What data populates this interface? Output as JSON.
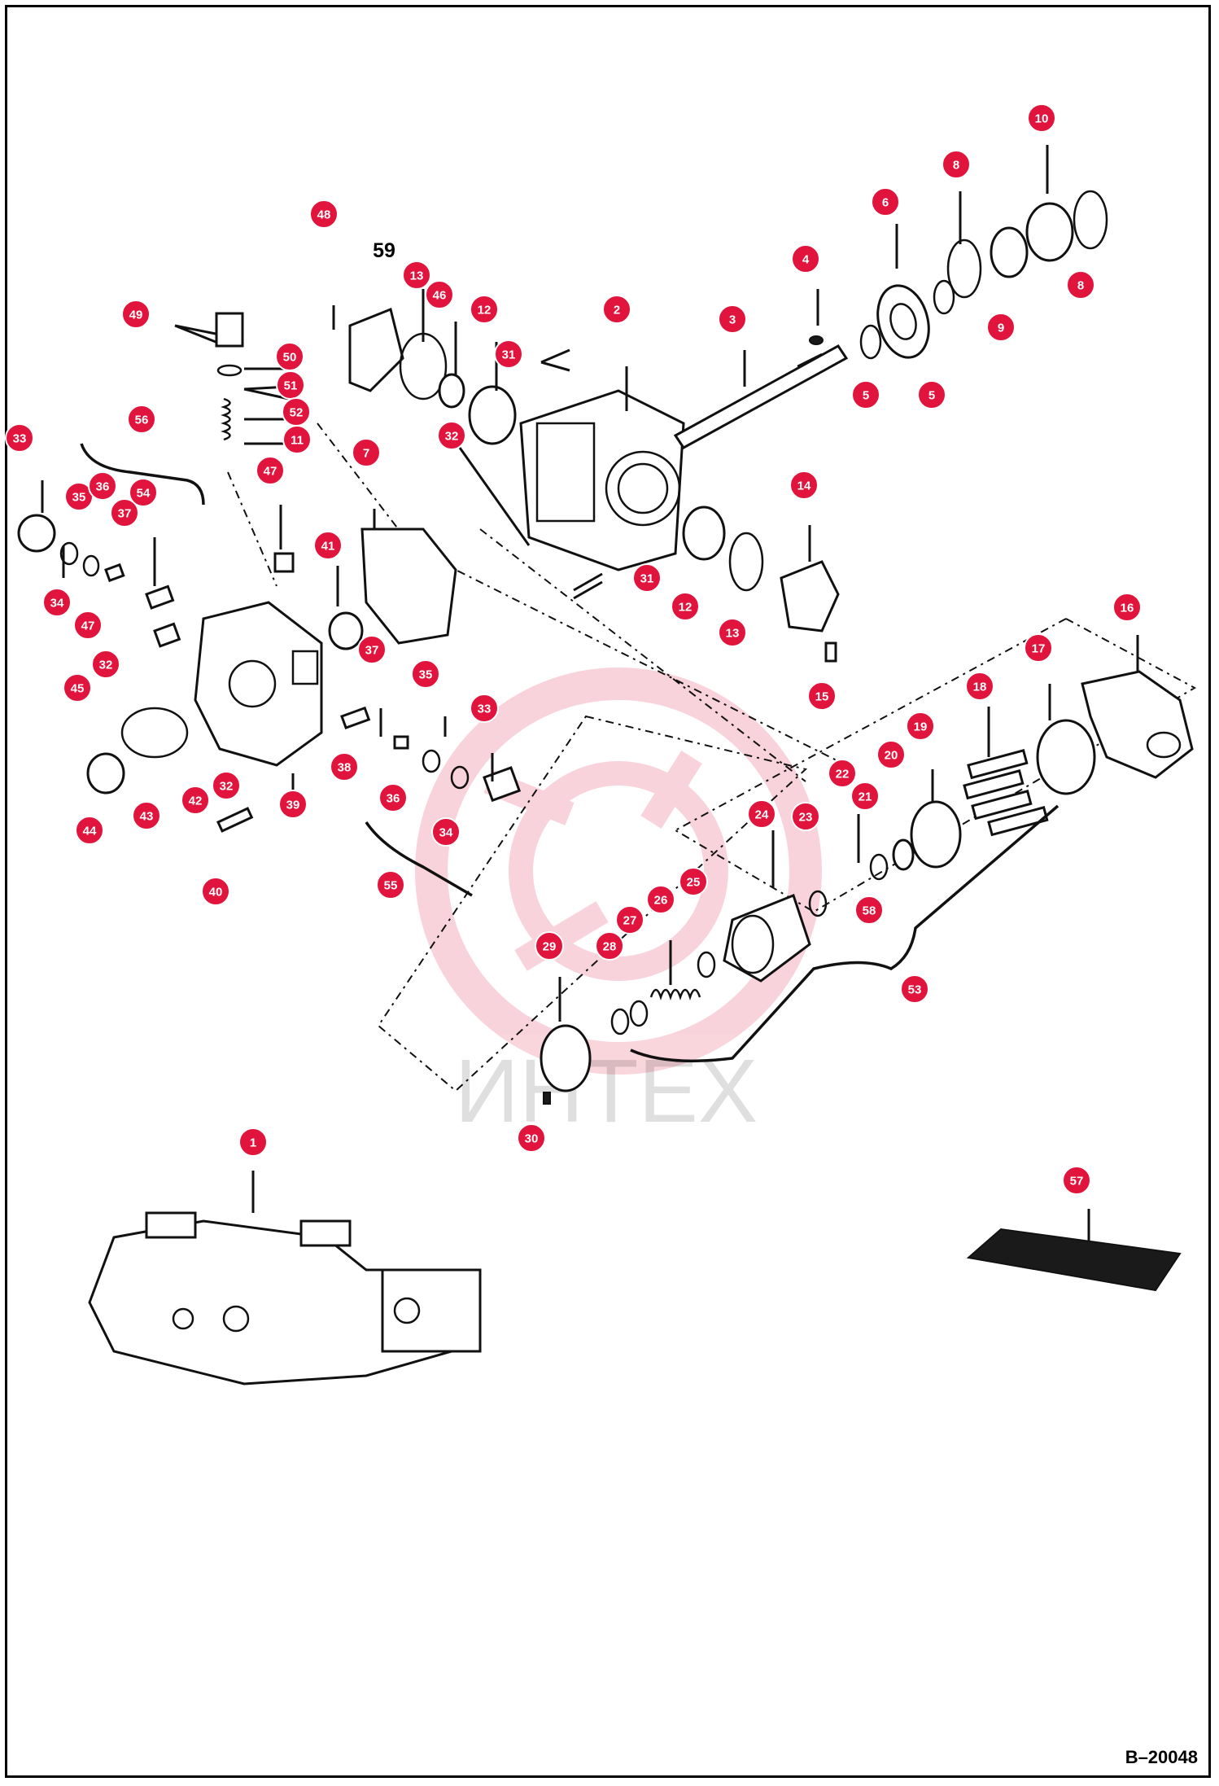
{
  "figure_id": "B–20048",
  "watermark_text": "ИНТЕХ",
  "callout_color": "#e0143c",
  "callouts": [
    {
      "num": "1"
    },
    {
      "num": "2"
    },
    {
      "num": "3"
    },
    {
      "num": "4"
    },
    {
      "num": "5"
    },
    {
      "num": "5"
    },
    {
      "num": "6"
    },
    {
      "num": "7"
    },
    {
      "num": "8"
    },
    {
      "num": "8"
    },
    {
      "num": "9"
    },
    {
      "num": "10"
    },
    {
      "num": "11"
    },
    {
      "num": "12"
    },
    {
      "num": "12"
    },
    {
      "num": "13"
    },
    {
      "num": "13"
    },
    {
      "num": "14"
    },
    {
      "num": "15"
    },
    {
      "num": "16"
    },
    {
      "num": "17"
    },
    {
      "num": "18"
    },
    {
      "num": "19"
    },
    {
      "num": "20"
    },
    {
      "num": "21"
    },
    {
      "num": "22"
    },
    {
      "num": "23"
    },
    {
      "num": "24"
    },
    {
      "num": "25"
    },
    {
      "num": "26"
    },
    {
      "num": "27"
    },
    {
      "num": "28"
    },
    {
      "num": "29"
    },
    {
      "num": "30"
    },
    {
      "num": "31"
    },
    {
      "num": "31"
    },
    {
      "num": "32"
    },
    {
      "num": "32"
    },
    {
      "num": "32"
    },
    {
      "num": "33"
    },
    {
      "num": "33"
    },
    {
      "num": "34"
    },
    {
      "num": "34"
    },
    {
      "num": "35"
    },
    {
      "num": "35"
    },
    {
      "num": "36"
    },
    {
      "num": "36"
    },
    {
      "num": "37"
    },
    {
      "num": "37"
    },
    {
      "num": "38"
    },
    {
      "num": "39"
    },
    {
      "num": "40"
    },
    {
      "num": "41"
    },
    {
      "num": "42"
    },
    {
      "num": "43"
    },
    {
      "num": "44"
    },
    {
      "num": "45"
    },
    {
      "num": "46"
    },
    {
      "num": "47"
    },
    {
      "num": "47"
    },
    {
      "num": "48"
    },
    {
      "num": "49"
    },
    {
      "num": "50"
    },
    {
      "num": "51"
    },
    {
      "num": "52"
    },
    {
      "num": "53"
    },
    {
      "num": "54"
    },
    {
      "num": "55"
    },
    {
      "num": "56"
    },
    {
      "num": "57"
    },
    {
      "num": "58"
    }
  ],
  "plain_labels": [
    "59"
  ]
}
